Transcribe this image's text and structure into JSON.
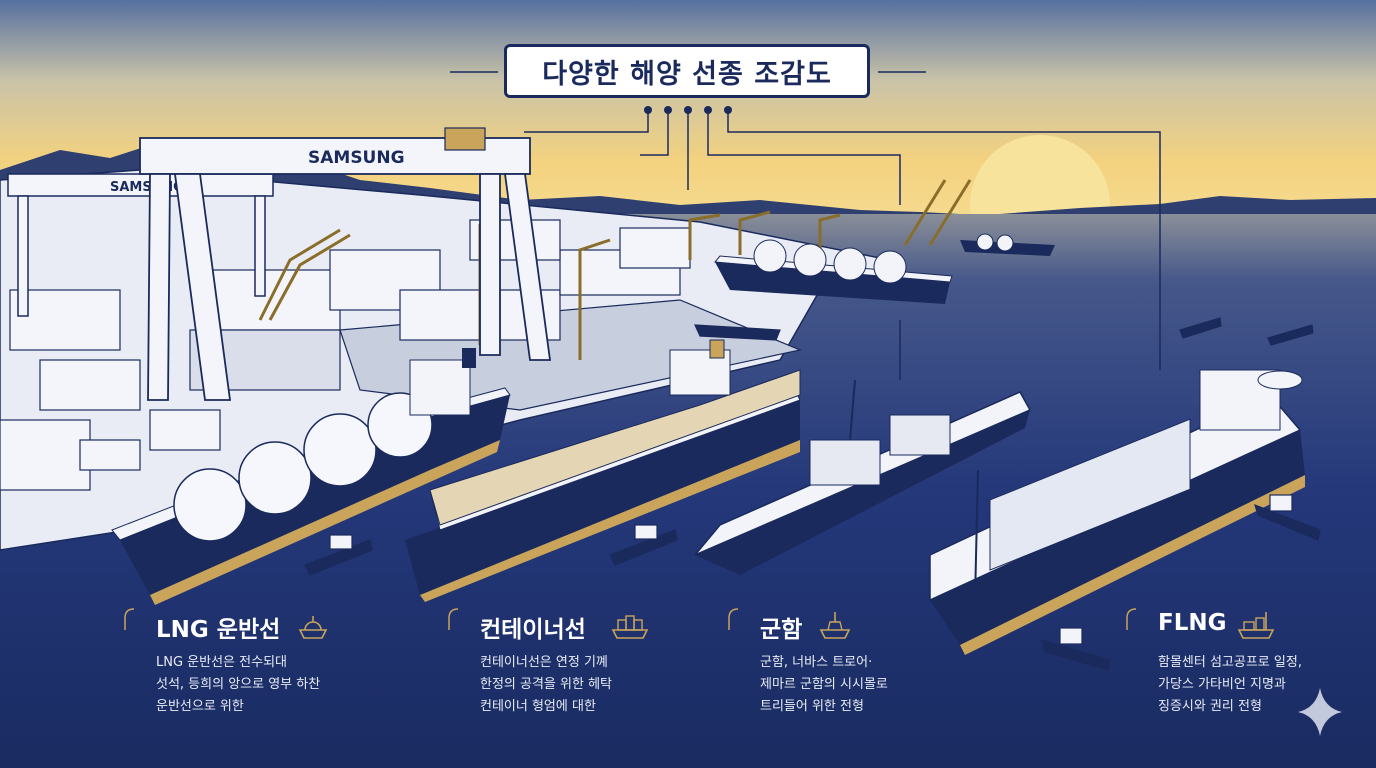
{
  "title": "다양한 해양 선종 조감도",
  "signs": {
    "gantry_main": "SAMSUNG",
    "gantry_small": "SAMSUNG"
  },
  "colors": {
    "navy": "#1b2a5c",
    "sea": "#223670",
    "gold": "#c9a45a",
    "hull_white": "#f2f4fa",
    "sky_top": "#5d78a8",
    "sky_bottom": "#f1cf7a"
  },
  "ships": [
    {
      "name": "LNG 운반선",
      "icon": "lng-carrier-icon",
      "desc": [
        "LNG 운반선은 전수되대",
        "섯석, 등희의 앙으로 영부 하찬",
        "운반선으로 위한"
      ]
    },
    {
      "name": "컨테이너선",
      "icon": "container-ship-icon",
      "desc": [
        "컨테이너선은 연정 기꼐",
        "한정의 공격을 위한 헤탁",
        "컨테이너 형엄에 대한"
      ]
    },
    {
      "name": "군함",
      "icon": "warship-icon",
      "desc": [
        "군함, 너바스 트로어·",
        "제마르 군함의 시시몰로",
        "트리들어 위한 전형"
      ]
    },
    {
      "name": "FLNG",
      "icon": "flng-icon",
      "desc": [
        "함몰센터 섬고공프로 일정,",
        "가당스 가타비언 지명과",
        "징증시와 권리 전형"
      ]
    }
  ]
}
